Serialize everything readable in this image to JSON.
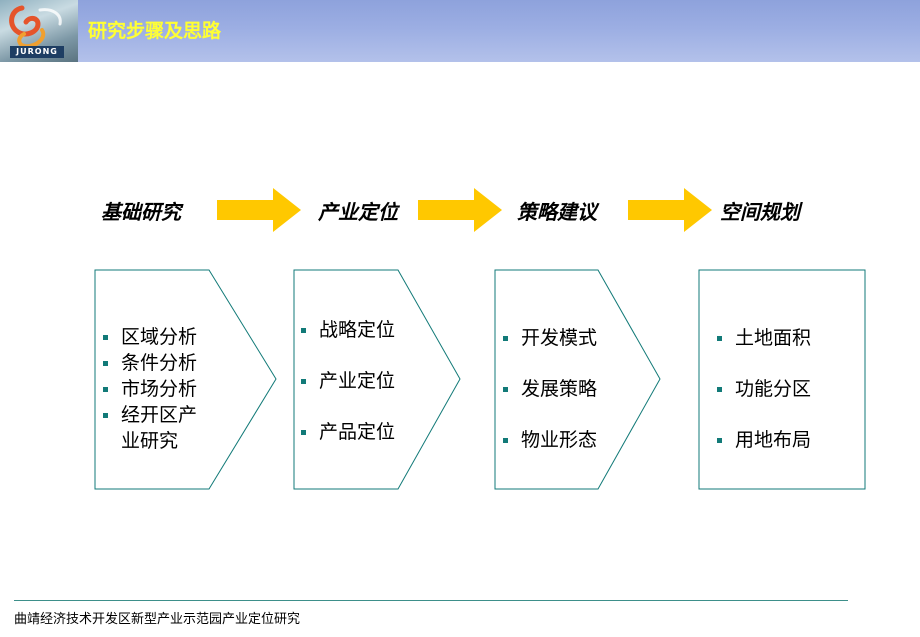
{
  "header": {
    "title": "研究步骤及思路",
    "logo_text": "JURONG"
  },
  "steps": [
    {
      "title": "基础研究",
      "items": [
        "区域分析",
        "条件分析",
        "市场分析",
        "经开区产",
        "业研究"
      ],
      "bullets": [
        true,
        true,
        true,
        true,
        false
      ]
    },
    {
      "title": "产业定位",
      "items": [
        "战略定位",
        "产业定位",
        "产品定位"
      ]
    },
    {
      "title": "策略建议",
      "items": [
        "开发模式",
        "发展策略",
        "物业形态"
      ]
    },
    {
      "title": "空间规划",
      "items": [
        "土地面积",
        "功能分区",
        "用地布局"
      ]
    }
  ],
  "footer": {
    "text": "曲靖经济技术开发区新型产业示范园产业定位研究"
  },
  "colors": {
    "header_bg": "#9aacdf",
    "header_title": "#ffff33",
    "arrow": "#ffc800",
    "box_border": "#127a78",
    "bullet": "#127a78",
    "footer_line": "#3d8f8a"
  }
}
